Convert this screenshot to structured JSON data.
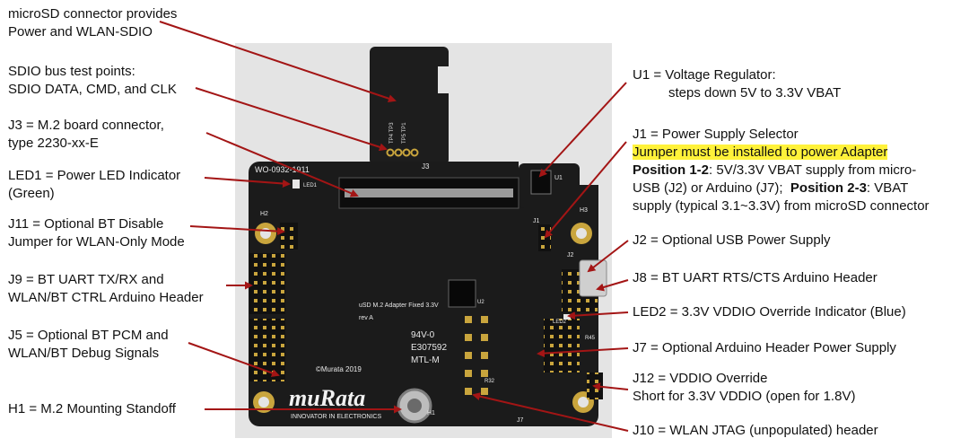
{
  "labels": {
    "microsd": [
      "microSD connector provides",
      "Power and WLAN-SDIO"
    ],
    "sdio_tp": [
      "SDIO bus test points:",
      "SDIO DATA, CMD, and CLK"
    ],
    "j3": [
      "J3 = M.2 board connector,",
      "type 2230-xx-E"
    ],
    "led1": [
      "LED1 = Power LED Indicator",
      "(Green)"
    ],
    "j11": [
      "J11 = Optional BT Disable",
      "Jumper for WLAN-Only Mode"
    ],
    "j9": [
      "J9 = BT UART TX/RX and",
      "WLAN/BT CTRL Arduino Header"
    ],
    "j5": [
      "J5 = Optional BT PCM and",
      "WLAN/BT Debug Signals"
    ],
    "h1": "H1 = M.2 Mounting Standoff",
    "u1": [
      "U1 = Voltage Regulator:",
      "steps down 5V to 3.3V VBAT"
    ],
    "j1": {
      "title": "J1 = Power Supply Selector",
      "highlight": "Jumper must be installed to power Adapter",
      "pos12_label": "Position 1-2",
      "pos12_text": ": 5V/3.3V VBAT supply from micro-",
      "line3_a": "USB (J2) or Arduino (J7);",
      "pos23_label": "Position 2-3",
      "pos23_text": ": VBAT",
      "line4": "supply (typical 3.1~3.3V) from microSD connector"
    },
    "j2": "J2 = Optional USB Power Supply",
    "j8": "J8 = BT UART RTS/CTS Arduino Header",
    "led2": "LED2 = 3.3V VDDIO Override Indicator (Blue)",
    "j7": "J7 = Optional Arduino Header Power Supply",
    "j12": [
      "J12 = VDDIO Override",
      "Short for 3.3V VDDIO (open for 1.8V)"
    ],
    "j10": "J10 = WLAN JTAG (unpopulated) header"
  },
  "board_text": {
    "part_no": "WO-0932-1911",
    "j3": "J3",
    "title": "uSD M.2 Adapter Fixed 3.3V",
    "rev": "rev A",
    "ul": "94V-0",
    "code1": "E307592",
    "code2": "MTL-M",
    "copyright": "©Murata 2019",
    "logo": "muRata",
    "tagline": "INNOVATOR IN ELECTRONICS",
    "h1": "H1",
    "h2": "H2",
    "h3": "H3",
    "u1": "U1",
    "j1": "J1",
    "j2": "J2",
    "j7": "J7",
    "led1": "LED1",
    "led2": "LED2",
    "r32": "R32",
    "r45": "R45",
    "u2": "U2"
  },
  "colors": {
    "board": "#1b1b1b",
    "arrow": "#a31515",
    "highlight": "#fff23a"
  }
}
